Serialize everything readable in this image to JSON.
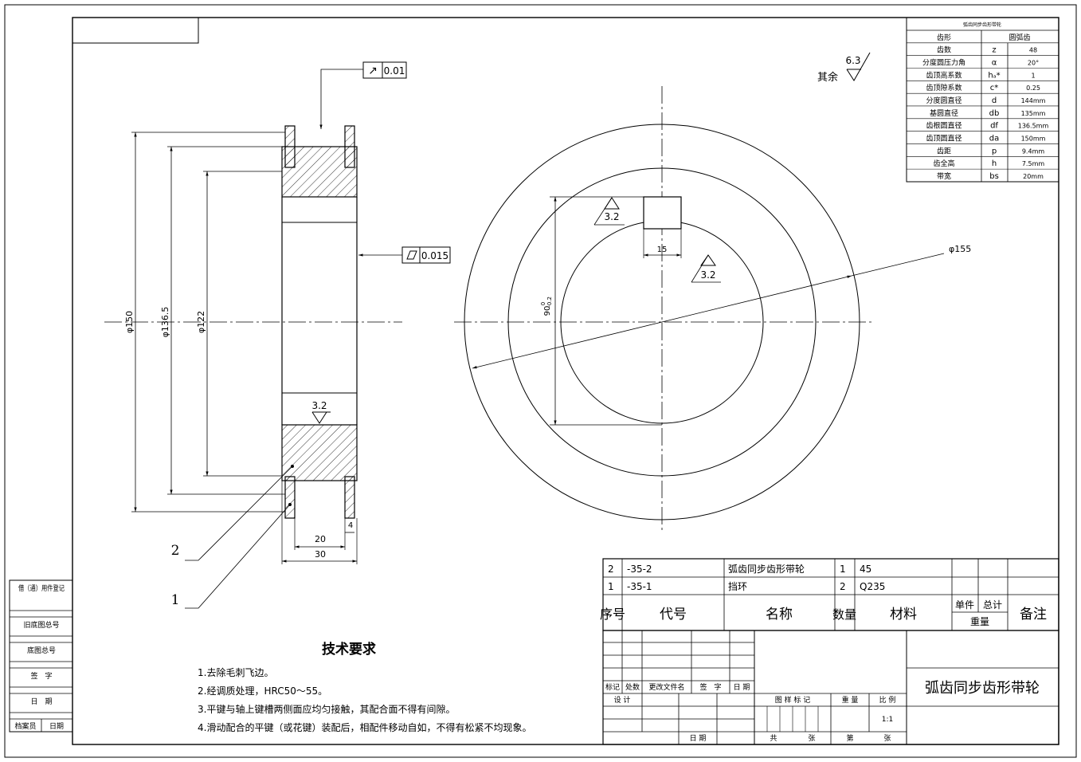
{
  "gear_params": {
    "title": "弧齿同步齿形带轮",
    "rows": [
      {
        "name": "齿形",
        "sym": "",
        "val": "圆弧齿"
      },
      {
        "name": "齿数",
        "sym": "z",
        "val": "48"
      },
      {
        "name": "分度圆压力角",
        "sym": "α",
        "val": "20°"
      },
      {
        "name": "齿顶高系数",
        "sym": "hₐ*",
        "val": "1"
      },
      {
        "name": "齿顶隙系数",
        "sym": "c*",
        "val": "0.25"
      },
      {
        "name": "分度圆直径",
        "sym": "d",
        "val": "144mm"
      },
      {
        "name": "基圆直径",
        "sym": "db",
        "val": "135mm"
      },
      {
        "name": "齿根圆直径",
        "sym": "df",
        "val": "136.5mm"
      },
      {
        "name": "齿顶圆直径",
        "sym": "da",
        "val": "150mm"
      },
      {
        "name": "齿距",
        "sym": "p",
        "val": "9.4mm"
      },
      {
        "name": "齿全高",
        "sym": "h",
        "val": "7.5mm"
      },
      {
        "name": "带宽",
        "sym": "bs",
        "val": "20mm"
      }
    ]
  },
  "roughness": {
    "other": "其余",
    "other_value": "6.3",
    "side_value": "3.2",
    "keyway_top": "3.2",
    "keyway_bottom": "3.2"
  },
  "tolerances": {
    "runout": "0.01",
    "flatness": "0.015"
  },
  "dimensions": {
    "d150": "φ150",
    "d136_5": "φ136.5",
    "d122": "φ122",
    "w20": "20",
    "w30": "30",
    "w4": "4",
    "key_width": "15",
    "key_depth": "90",
    "key_depth_tol_top": "0",
    "key_depth_tol_bottom": "-0.2",
    "d155": "φ155"
  },
  "callouts": {
    "part2": "2",
    "part1": "1"
  },
  "tech_req": {
    "title": "技术要求",
    "items": [
      "1.去除毛刺飞边。",
      "2.经调质处理，HRC50～55。",
      "3.平键与轴上键槽两侧面应均匀接触，其配合面不得有间隙。",
      "4.滑动配合的平键（或花键）装配后，相配件移动自如，不得有松紧不均现象。"
    ]
  },
  "left_panel": {
    "items": [
      "借（通）用件登记",
      "旧底图总号",
      "底图总号",
      "签　字",
      "日　期"
    ],
    "bottom_left": "档案员",
    "bottom_right": "日期"
  },
  "bom": {
    "rows": [
      {
        "no": "2",
        "code": "-35-2",
        "name": "弧齿同步齿形带轮",
        "qty": "1",
        "material": "45"
      },
      {
        "no": "1",
        "code": "-35-1",
        "name": "挡环",
        "qty": "2",
        "material": "Q235"
      }
    ],
    "header": {
      "no": "序号",
      "code": "代号",
      "name": "名称",
      "qty": "数量",
      "material": "材料",
      "single": "单件",
      "total": "总计",
      "weight": "重量",
      "remark": "备注"
    }
  },
  "title_block": {
    "col_labels": [
      "标记",
      "处数",
      "更改文件名",
      "签　字",
      "日 期"
    ],
    "design": "设 计",
    "date": "日 期",
    "stage_mark": "图 样 标 记",
    "weight": "重 量",
    "scale_label": "比 例",
    "scale": "1:1",
    "total_sheets": "共",
    "sheets_unit": "张",
    "sheet_no": "第",
    "sheet_unit": "张",
    "drawing_name": "弧齿同步齿形带轮"
  }
}
